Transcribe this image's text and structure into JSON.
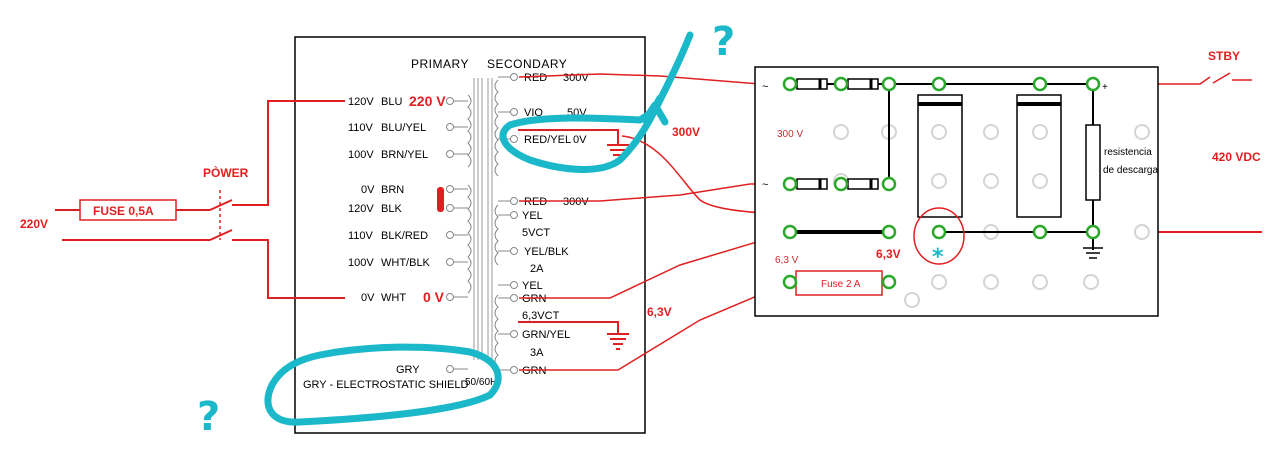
{
  "transformer": {
    "primary_title": "PRIMARY",
    "secondary_title": "SECONDARY",
    "primary_taps": [
      {
        "voltage": "120V",
        "color": "BLU"
      },
      {
        "voltage": "110V",
        "color": "BLU/YEL"
      },
      {
        "voltage": "100V",
        "color": "BRN/YEL"
      },
      {
        "voltage": "0V",
        "color": "BRN"
      },
      {
        "voltage": "120V",
        "color": "BLK"
      },
      {
        "voltage": "110V",
        "color": "BLK/RED"
      },
      {
        "voltage": "100V",
        "color": "WHT/BLK"
      },
      {
        "voltage": "0V",
        "color": "WHT"
      }
    ],
    "shield": {
      "color": "GRY",
      "label": "GRY - ELECTROSTATIC SHIELD"
    },
    "frequency": "50/60H",
    "secondary_taps": {
      "red1": {
        "color": "RED",
        "value": "300V"
      },
      "vio": {
        "color": "VIO",
        "value": "50V"
      },
      "redyel": {
        "color": "RED/YEL",
        "value": "0V"
      },
      "red2": {
        "color": "RED",
        "value": "300V"
      },
      "yel1": {
        "color": "YEL"
      },
      "vct5": "5VCT",
      "yelblk": {
        "color": "YEL/BLK"
      },
      "amp2": "2A",
      "yel2": {
        "color": "YEL"
      },
      "grn1": {
        "color": "GRN"
      },
      "vct63": "6,3VCT",
      "grnyel": {
        "color": "GRN/YEL"
      },
      "amp3": "3A",
      "grn2": {
        "color": "GRN"
      }
    }
  },
  "annotations": {
    "v220": "220V",
    "fuse_main": "FUSE 0,5A",
    "power": "PÒWER",
    "tap_220": "220 V",
    "tap_0": "0 V",
    "v300": "300V",
    "v63_left": "6,3V",
    "v63_board": "6,3V",
    "stby": "STBY",
    "vdc420": "420 VDC"
  },
  "board": {
    "v300": "300 V",
    "v63": "6,3 V",
    "fuse2": "Fuse 2 A",
    "resistor_label_1": "resistencia",
    "resistor_label_2": "de descarga",
    "plus": "+",
    "asterisk": "*",
    "ac_symbol": "~"
  },
  "markup": {
    "question": "?"
  },
  "colors": {
    "wire": "#e02020",
    "highlight": "#1ab8c8",
    "terminal": "#2aa82a"
  }
}
